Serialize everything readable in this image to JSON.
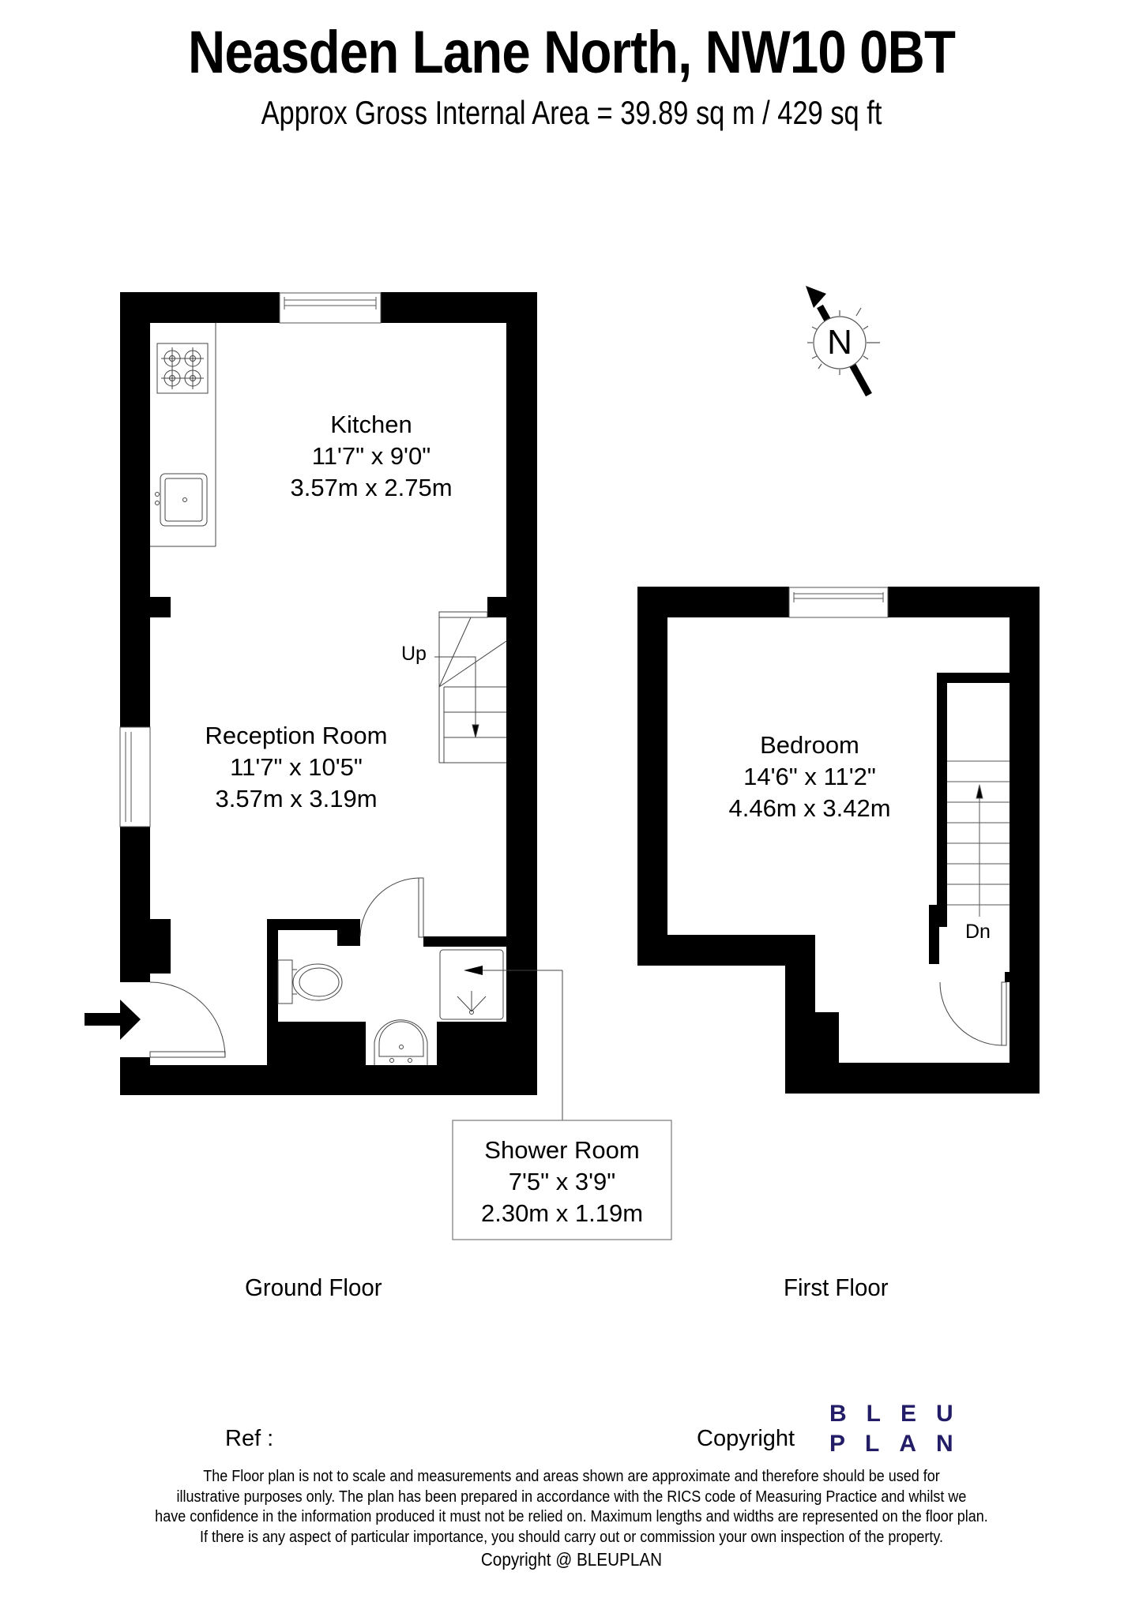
{
  "header": {
    "title": "Neasden Lane North, NW10 0BT",
    "subtitle": "Approx Gross Internal Area = 39.89 sq m / 429 sq ft"
  },
  "compass": {
    "label": "N",
    "icon": "north-arrow-icon"
  },
  "ground_floor": {
    "label": "Ground Floor",
    "stairs_label": "Up",
    "rooms": [
      {
        "name": "Kitchen",
        "imperial": "11'7\" x 9'0\"",
        "metric": "3.57m x 2.75m"
      },
      {
        "name": "Reception Room",
        "imperial": "11'7\" x 10'5\"",
        "metric": "3.57m x 3.19m"
      },
      {
        "name": "Shower Room",
        "imperial": "7'5\" x 3'9\"",
        "metric": "2.30m x 1.19m"
      }
    ]
  },
  "first_floor": {
    "label": "First Floor",
    "stairs_label": "Dn",
    "rooms": [
      {
        "name": "Bedroom",
        "imperial": "14'6\" x 11'2\"",
        "metric": "4.46m x 3.42m"
      }
    ]
  },
  "footer": {
    "ref_label": "Ref  :",
    "copyright_label": "Copyright",
    "logo": {
      "line1": "BLEU",
      "line2": "PLAN",
      "color": "#231d68"
    },
    "disclaimer_lines": [
      "The Floor plan is not to scale and measurements and areas shown are approximate and therefore should be used for",
      "illustrative purposes only. The plan has been prepared in accordance with the RICS code of Measuring Practice and whilst we",
      "have confidence in the information produced it must not be relied on. Maximum lengths and widths are represented on the floor plan.",
      "If there is any aspect of particular importance, you should carry out or commission your own inspection of the property."
    ],
    "copyright_line": "Copyright @ BLEUPLAN"
  }
}
